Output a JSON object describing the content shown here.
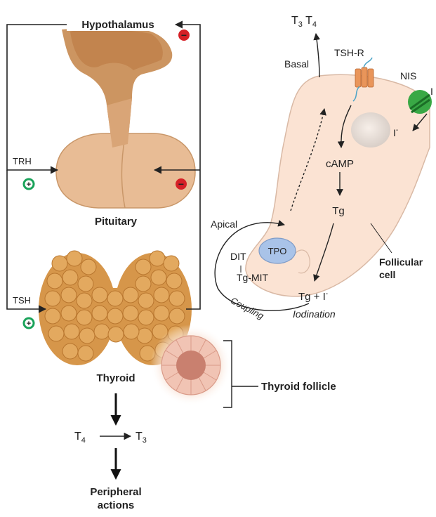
{
  "labels": {
    "hypothalamus": "Hypothalamus",
    "pituitary": "Pituitary",
    "thyroid": "Thyroid",
    "thyroid_follicle": "Thyroid follicle",
    "peripheral_line1": "Peripheral",
    "peripheral_line2": "actions",
    "trh": "TRH",
    "tsh": "TSH",
    "t3_top": "T",
    "t3_top_sub": "3",
    "t4_top": "T",
    "t4_top_sub": "4",
    "basal": "Basal",
    "tsh_r": "TSH-R",
    "nis": "NIS",
    "iodide_outside": "I",
    "iodide_inside": "I",
    "iodide_minus": "-",
    "camp": "cAMP",
    "tg": "Tg",
    "apical": "Apical",
    "tpo": "TPO",
    "dit": "DIT",
    "tg_mit": "Tg-MIT",
    "coupling": "Coupling",
    "tg_plus_i": "Tg + I",
    "iodination": "Iodination",
    "follicular_line1": "Follicular",
    "follicular_line2": "cell",
    "t4_bottom": "T",
    "t4_bottom_sub": "4",
    "t3_bottom": "T",
    "t3_bottom_sub": "3"
  },
  "signs": {
    "positive": "+",
    "negative": "−"
  },
  "colors": {
    "positive_sign": "#1aa35a",
    "negative_sign": "#d62027",
    "cell_fill": "#fbe3d3",
    "hypothalamus_fill": "#c98f58",
    "pituitary_fill": "#e8bc95",
    "thyroid_fill": "#d6964a",
    "tpo_fill": "#a9c3e8",
    "nis_fill": "#39a845",
    "receptor_fill": "#e9955a"
  }
}
